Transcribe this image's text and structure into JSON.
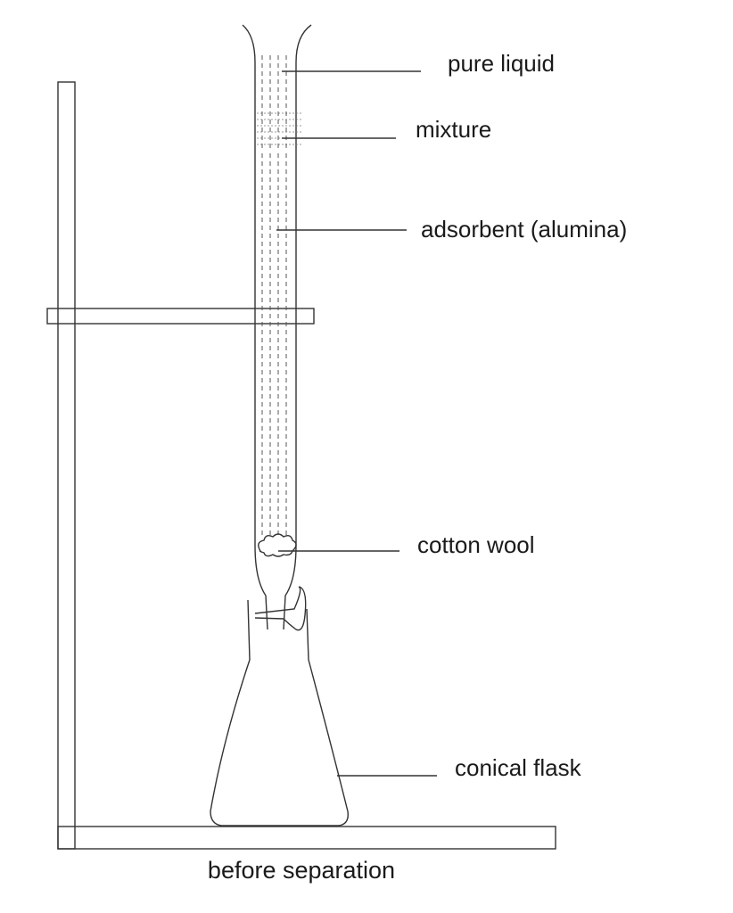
{
  "labels": {
    "pure_liquid": "pure liquid",
    "mixture": "mixture",
    "adsorbent": "adsorbent (alumina)",
    "cotton_wool": "cotton wool",
    "conical_flask": "conical flask"
  },
  "caption": "before separation",
  "colors": {
    "line": "#333333",
    "text": "#1a1a1a",
    "background": "#ffffff"
  }
}
